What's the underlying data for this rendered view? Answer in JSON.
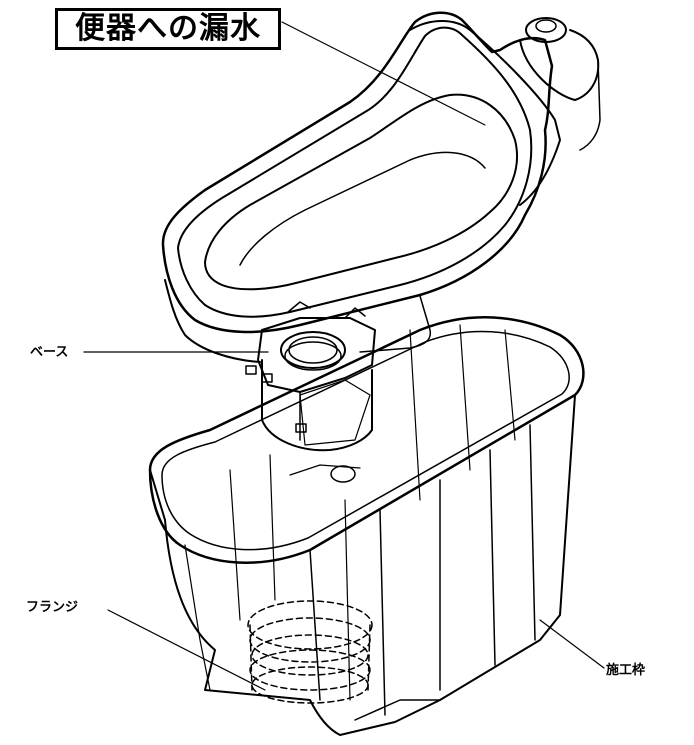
{
  "title": "便器への漏水",
  "labels": {
    "base": "ベース",
    "flange": "フランジ",
    "frame": "施工枠"
  },
  "colors": {
    "line": "#000000",
    "background": "#ffffff"
  }
}
